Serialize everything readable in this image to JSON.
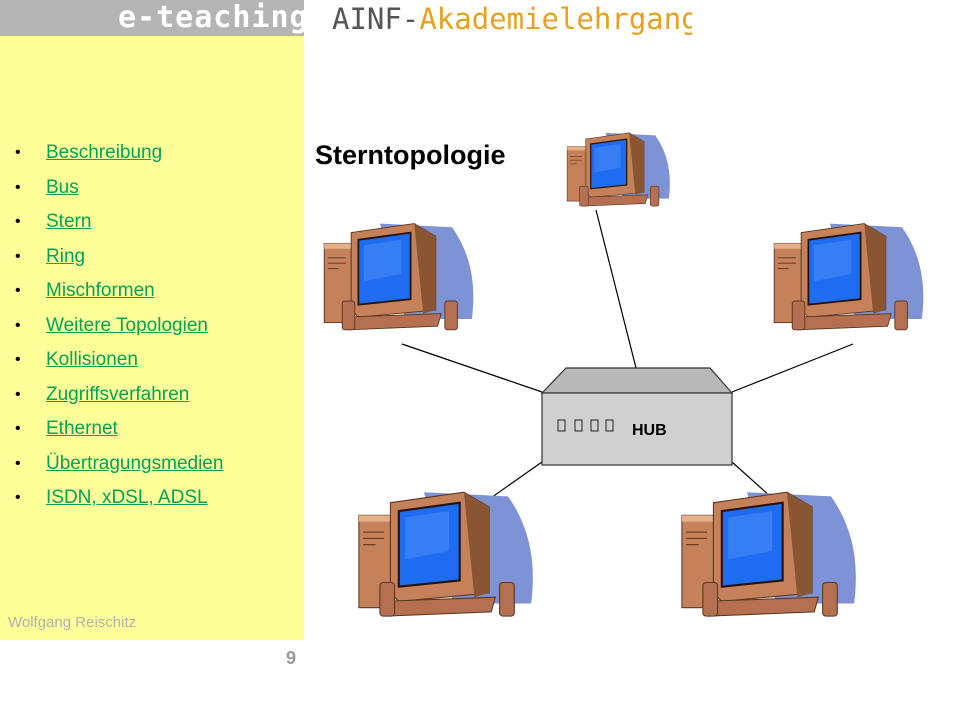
{
  "header": {
    "logo_left": "e-teaching",
    "logo_right_prefix": "AINF-",
    "logo_right_suffix": "Akademielehrgang"
  },
  "nav": {
    "items": [
      {
        "label": "Beschreibung"
      },
      {
        "label": "Bus"
      },
      {
        "label": "Stern"
      },
      {
        "label": "Ring"
      },
      {
        "label": "Mischformen"
      },
      {
        "label": "Weitere Topologien"
      },
      {
        "label": "Kollisionen"
      },
      {
        "label": "Zugriffsverfahren"
      },
      {
        "label": "Ethernet"
      },
      {
        "label": "Übertragungsmedien"
      },
      {
        "label": "ISDN, xDSL, ADSL"
      }
    ]
  },
  "footer": {
    "author": "Wolfgang Reischitz",
    "page_number": "9"
  },
  "slide": {
    "title": "Sterntopologie",
    "hub_label": "HUB"
  },
  "colors": {
    "sidebar_bg": "#ffff99",
    "link": "#00a35a",
    "screen": "#1e6cf2",
    "monitor": "#c5825a",
    "shadow": "#7d93d6",
    "hub": "#d0d0d0"
  }
}
